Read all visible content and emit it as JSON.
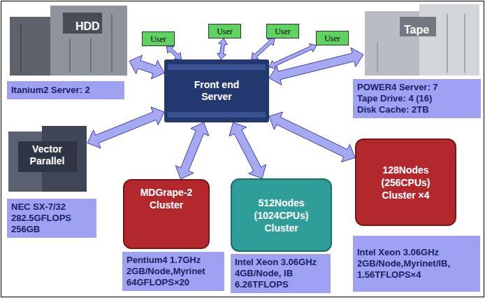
{
  "diagram": {
    "nodes": [
      {
        "text": [
          "HDD"
        ]
      },
      {
        "text": [
          "Itanium2 Server: 2"
        ]
      },
      {
        "text": [
          "User"
        ]
      },
      {
        "text": [
          "User"
        ]
      },
      {
        "text": [
          "User"
        ]
      },
      {
        "text": [
          "User"
        ]
      },
      {
        "text": [
          "Tape"
        ]
      },
      {
        "text": [
          "POWER4 Server: 7",
          "Tape Drive: 4 (16)",
          "Disk Cache: 2TB"
        ]
      },
      {
        "text": [
          "Front end Server"
        ]
      },
      {
        "text": [
          "Vector Parallel"
        ]
      },
      {
        "text": [
          "NEC SX-7/32",
          "282.5GFLOPS",
          "256GB"
        ]
      },
      {
        "text": [
          "MDGrape-2 Cluster"
        ]
      },
      {
        "text": [
          "Pentium4 1.7GHz",
          "2GB/Node,Myrinet",
          "64GFLOPS×20"
        ]
      },
      {
        "text": [
          "512Nodes (1024CPUs) Cluster"
        ]
      },
      {
        "text": [
          "Intel Xeon 3.06GHz",
          "4GB/Node, IB",
          "6.26TFLOPS"
        ]
      },
      {
        "text": [
          "128Nodes (256CPUs) Cluster ×4"
        ]
      },
      {
        "text": [
          "Intel Xeon 3.06GHz",
          "2GB/Node,Myrinet/IB,",
          "1.56TFLOPS×4"
        ]
      }
    ],
    "edges": [
      {
        "from": 8,
        "to": 2,
        "arrow": "both"
      },
      {
        "from": 8,
        "to": 3,
        "arrow": "both"
      },
      {
        "from": 8,
        "to": 4,
        "arrow": "both"
      },
      {
        "from": 8,
        "to": 5,
        "arrow": "both"
      },
      {
        "from": 8,
        "to": 0,
        "arrow": "both"
      },
      {
        "from": 8,
        "to": 6,
        "arrow": "both"
      },
      {
        "from": 8,
        "to": 9,
        "arrow": "both"
      },
      {
        "from": 8,
        "to": 11,
        "arrow": "both"
      },
      {
        "from": 8,
        "to": 13,
        "arrow": "both"
      },
      {
        "from": 8,
        "to": 15,
        "arrow": "both"
      }
    ]
  }
}
